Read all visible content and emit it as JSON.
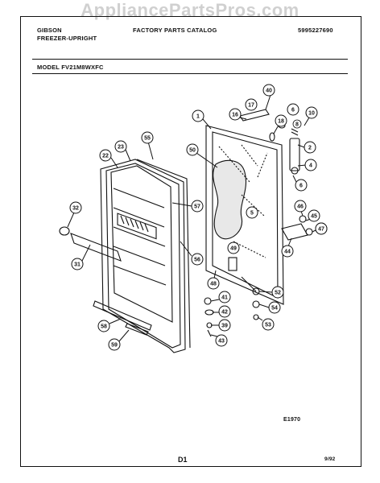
{
  "watermark": "AppliancePartsPros.com",
  "header": {
    "brand": "GIBSON",
    "product": "FREEZER-UPRIGHT",
    "catalog": "FACTORY PARTS CATALOG",
    "part_number": "5995227690"
  },
  "model_line": "MODEL  FV21M8WXFC",
  "diagram_code": "E1970",
  "page_label": "D1",
  "date": "9/92",
  "callouts": [
    "1",
    "2",
    "4",
    "5",
    "6",
    "7",
    "8",
    "10",
    "16",
    "17",
    "18",
    "22",
    "23",
    "31",
    "32",
    "39",
    "40",
    "41",
    "42",
    "43",
    "44",
    "45",
    "46",
    "47",
    "48",
    "49",
    "50",
    "52",
    "53",
    "54",
    "55",
    "56",
    "57",
    "58",
    "59"
  ]
}
